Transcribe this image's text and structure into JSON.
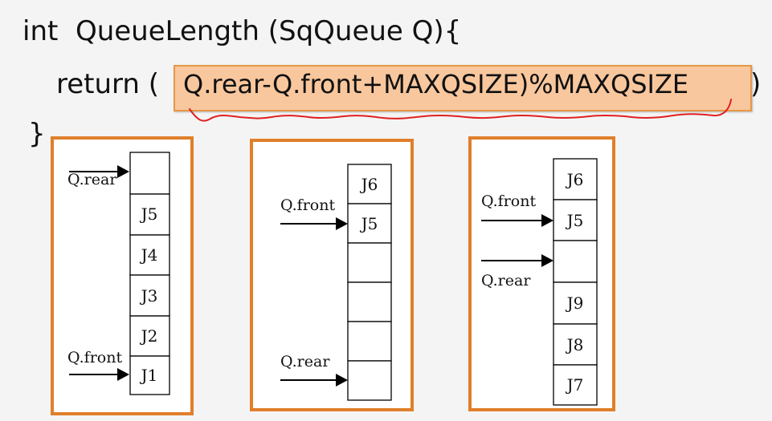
{
  "code": {
    "line1": "int  QueueLength (SqQueue Q){",
    "line2": "return (",
    "expression": "Q.rear-Q.front+MAXQSIZE)%MAXQSIZE",
    "close_paren": ")",
    "line3": "}"
  },
  "diagrams": [
    {
      "cells": [
        "",
        "J5",
        "J4",
        "J3",
        "J2",
        "J1"
      ],
      "pointers": [
        "Q.rear",
        "Q.front"
      ]
    },
    {
      "cells": [
        "J6",
        "J5",
        "",
        "",
        "",
        ""
      ],
      "pointers": [
        "Q.front",
        "Q.rear"
      ]
    },
    {
      "cells": [
        "J6",
        "J5",
        "",
        "J9",
        "J8",
        "J7"
      ],
      "pointers": [
        "Q.front",
        "Q.rear"
      ]
    }
  ],
  "colors": {
    "highlight_fill": "#f9c79d",
    "highlight_border": "#e59849",
    "panel_border": "#e07f2a",
    "squiggle": "#e02020"
  }
}
